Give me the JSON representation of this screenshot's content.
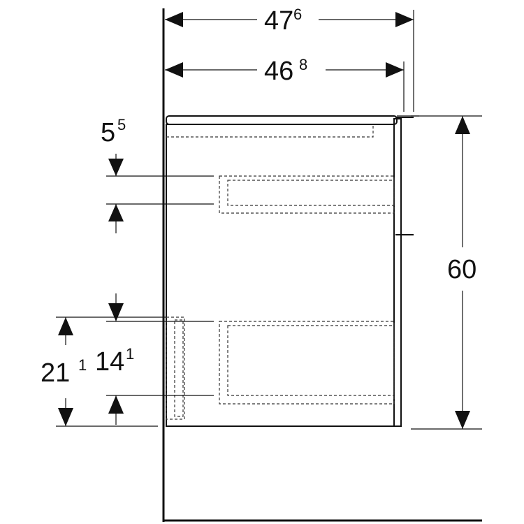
{
  "dimensions": {
    "total_width": {
      "main": "47",
      "sup": "6"
    },
    "body_width": {
      "main": "46",
      "sup": "8"
    },
    "top_offset": {
      "main": "5",
      "sup": "5"
    },
    "height": {
      "main": "60",
      "sup": ""
    },
    "lower_height": {
      "main": "21",
      "sup": "1"
    },
    "drawer_height": {
      "main": "14",
      "sup": "1"
    }
  },
  "colors": {
    "line": "#111111",
    "background": "#ffffff"
  }
}
